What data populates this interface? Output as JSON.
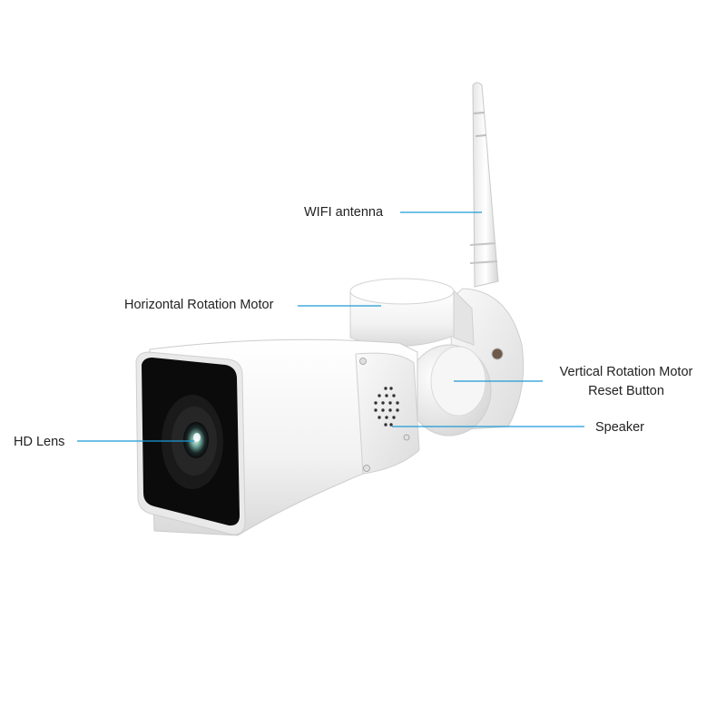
{
  "colors": {
    "callout_line": "#1e9ad6",
    "body_white": "#f4f4f4",
    "lens_black": "#0b0b0b",
    "text": "#222222"
  },
  "labels": {
    "wifi_antenna": "WIFI antenna",
    "horizontal_motor": "Horizontal Rotation Motor",
    "vertical_motor": "Vertical Rotation Motor",
    "reset_button": "Reset Button",
    "speaker": "Speaker",
    "hd_lens": "HD Lens"
  }
}
